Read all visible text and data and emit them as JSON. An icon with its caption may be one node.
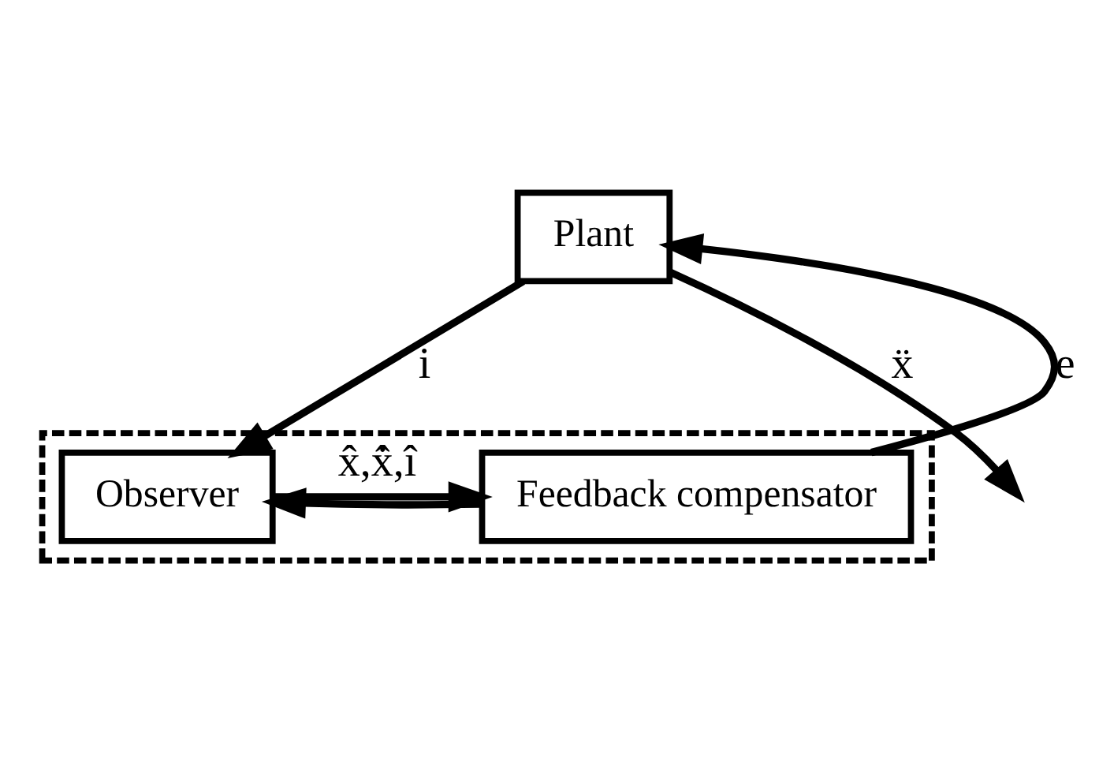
{
  "diagram": {
    "nodes": [
      {
        "text": [
          "Plant"
        ]
      },
      {
        "text": [],
        "shape": "box"
      },
      {
        "text": [
          "Feedback compensator"
        ],
        "in": 1
      },
      {
        "text": [
          "Observer"
        ],
        "in": 1
      }
    ],
    "edges": [
      {
        "from": 2,
        "to": 0,
        "arrow": "to",
        "label": "e"
      },
      {
        "from": 0,
        "to": null,
        "arrow": "to",
        "label": "ẍ"
      },
      {
        "from": 0,
        "to": 3,
        "arrow": "to",
        "label": "i"
      },
      {
        "from": 2,
        "to": 3,
        "arrow": "to"
      },
      {
        "from": 3,
        "to": 2,
        "arrow": "to",
        "label": "x̂,x̂̇,î"
      }
    ]
  }
}
